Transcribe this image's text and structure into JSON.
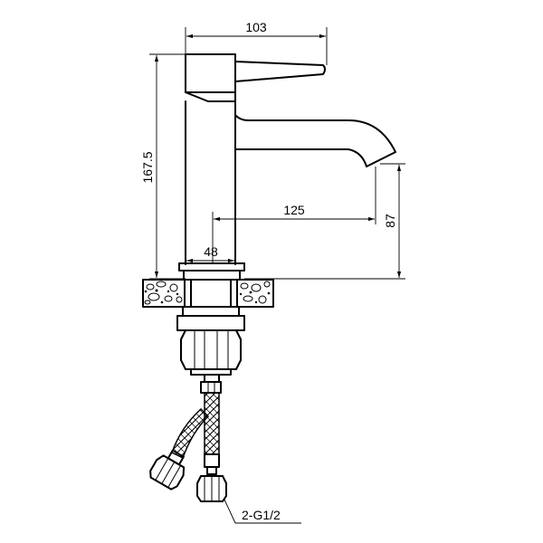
{
  "dimensions": {
    "handle_width": "103",
    "total_height": "167.5",
    "spout_reach": "125",
    "spout_height": "87",
    "body_diameter": "48",
    "connection_thread": "2-G1/2"
  },
  "colors": {
    "line": "#000000",
    "background": "#ffffff"
  }
}
